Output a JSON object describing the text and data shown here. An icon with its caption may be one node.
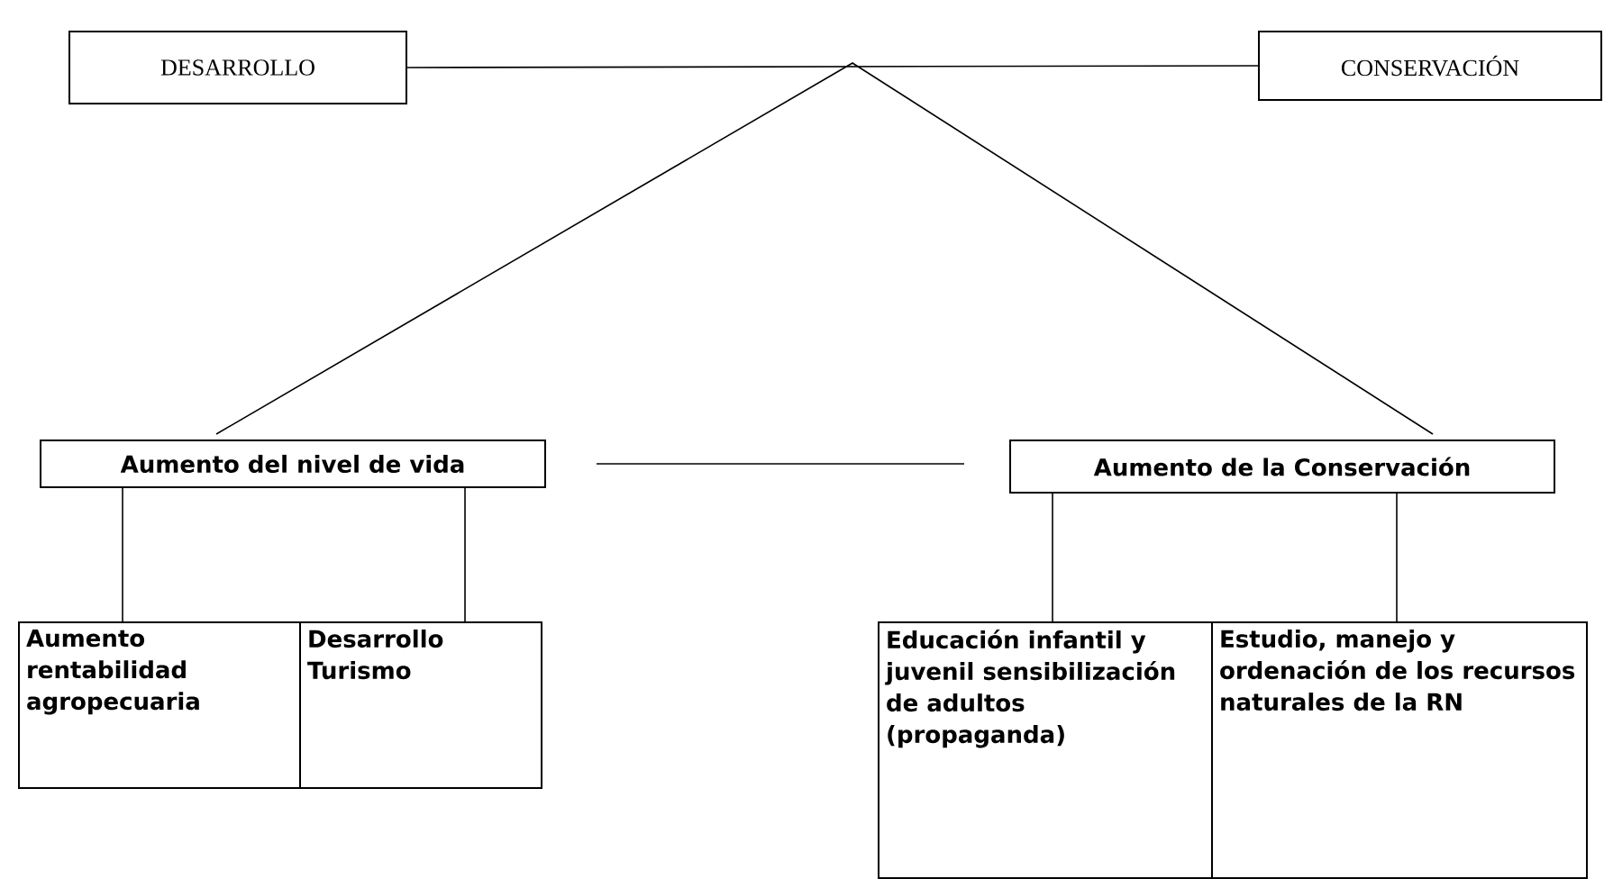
{
  "diagram": {
    "nodes": [
      {
        "text": [
          "DESARROLLO"
        ]
      },
      {
        "text": [
          "CONSERVACIÓN"
        ]
      },
      {
        "text": [
          "Aumento del nivel de vida"
        ]
      },
      {
        "text": [
          "Aumento de la Conservación"
        ]
      },
      {
        "text": [
          "Aumento rentabilidad agropecuaria"
        ]
      },
      {
        "text": [
          "Desarrollo Turismo"
        ]
      },
      {
        "text": [
          "Educación infantil y juvenil sensibilización de adultos (propaganda)"
        ]
      },
      {
        "text": [
          "Estudio, manejo y ordenación de los recursos naturales de la RN"
        ]
      }
    ],
    "edges": [
      {
        "from": 0,
        "to": 1,
        "arrow": "none"
      },
      {
        "from": 2,
        "to": 3,
        "arrow": "none"
      },
      {
        "from": 2,
        "to": 3,
        "arrow": "none"
      },
      {
        "from": 2,
        "to": 4,
        "arrow": "none"
      },
      {
        "from": 2,
        "to": 5,
        "arrow": "none"
      },
      {
        "from": 3,
        "to": 6,
        "arrow": "none"
      },
      {
        "from": 3,
        "to": 7,
        "arrow": "none"
      }
    ]
  }
}
